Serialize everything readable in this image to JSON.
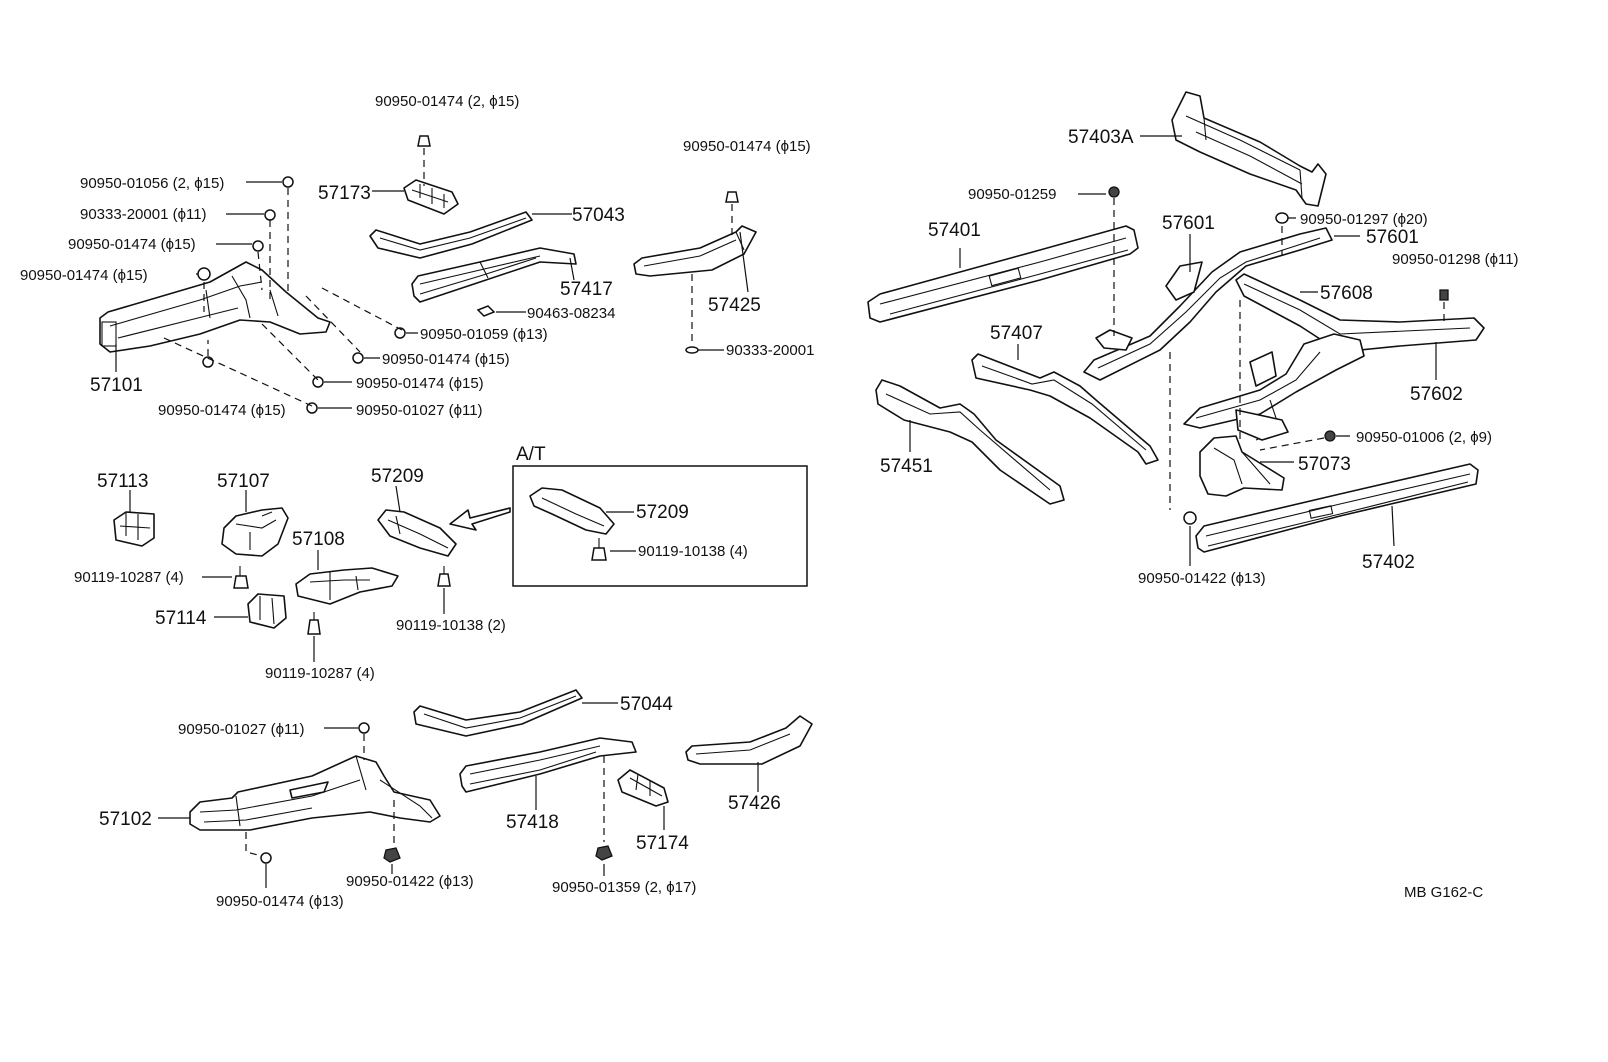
{
  "labels": {
    "p90950_01474_2_15": "90950-01474 (2, ϕ15)",
    "p90950_01056": "90950-01056 (2, ϕ15)",
    "p90333_20001_11": "90333-20001 (ϕ11)",
    "p90950_01474_15_a": "90950-01474 (ϕ15)",
    "p90950_01474_15_b": "90950-01474 (ϕ15)",
    "p57173": "57173",
    "p57043": "57043",
    "p57417": "57417",
    "p90463_08234": "90463-08234",
    "p90950_01059": "90950-01059 (ϕ13)",
    "p90950_01474_15_c": "90950-01474 (ϕ15)",
    "p90950_01474_15_d": "90950-01474 (ϕ15)",
    "p90950_01474_15_e": "90950-01474 (ϕ15)",
    "p90950_01027_11_a": "90950-01027 (ϕ11)",
    "p57101": "57101",
    "p90950_01474_15_f": "90950-01474 (ϕ15)",
    "p57425": "57425",
    "p90333_20001": "90333-20001",
    "p57403A": "57403A",
    "p90950_01259": "90950-01259",
    "p57401": "57401",
    "p57601_a": "57601",
    "p57601_b": "57601",
    "p90950_01297": "90950-01297 (ϕ20)",
    "p90950_01298": "90950-01298 (ϕ11)",
    "p57608": "57608",
    "p57407": "57407",
    "p57602": "57602",
    "p57451": "57451",
    "p90950_01006": "90950-01006 (2, ϕ9)",
    "p57073": "57073",
    "p57402": "57402",
    "p90950_01422_13_a": "90950-01422 (ϕ13)",
    "p57113": "57113",
    "p57107": "57107",
    "p57108": "57108",
    "p57209_a": "57209",
    "at_title": "A/T",
    "p57209_b": "57209",
    "p90119_10138_4": "90119-10138 (4)",
    "p90119_10287_4_a": "90119-10287 (4)",
    "p57114": "57114",
    "p90119_10138_2": "90119-10138 (2)",
    "p90119_10287_4_b": "90119-10287 (4)",
    "p57044": "57044",
    "p90950_01027_11_b": "90950-01027 (ϕ11)",
    "p57102": "57102",
    "p57418": "57418",
    "p57426": "57426",
    "p57174": "57174",
    "p90950_01422_13_b": "90950-01422 (ϕ13)",
    "p90950_01359": "90950-01359 (2, ϕ17)",
    "p90950_01474_13": "90950-01474 (ϕ13)",
    "footer_code": "MB  G162-C"
  }
}
